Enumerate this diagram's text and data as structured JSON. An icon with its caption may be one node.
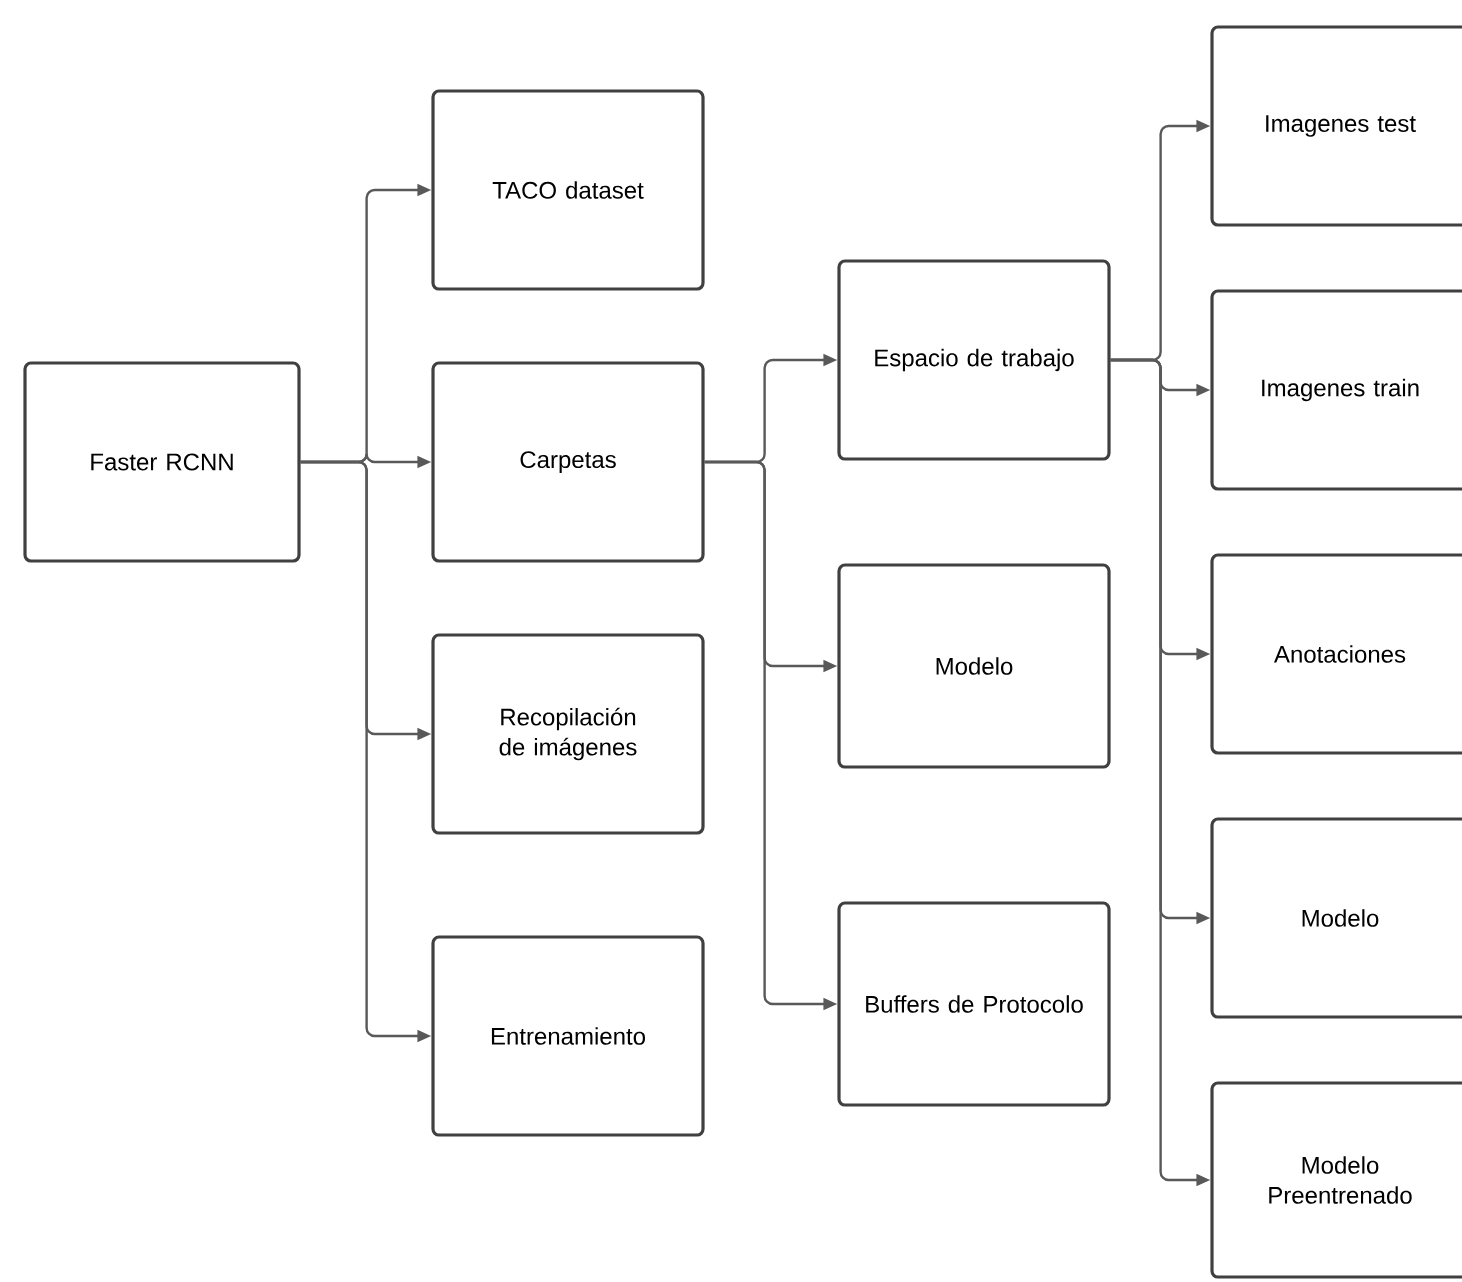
{
  "diagram": {
    "nodes": [
      {
        "text": [
          "Faster RCNN"
        ]
      },
      {
        "text": [
          "TACO dataset"
        ]
      },
      {
        "text": [
          "Carpetas"
        ]
      },
      {
        "text": [
          "Recopilación de imágenes"
        ]
      },
      {
        "text": [
          "Entrenamiento"
        ]
      },
      {
        "text": [
          "Espacio de trabajo"
        ]
      },
      {
        "text": [
          "Modelo"
        ]
      },
      {
        "text": [
          "Buffers de Protocolo"
        ]
      },
      {
        "text": [
          "Imagenes test"
        ]
      },
      {
        "text": [
          "Imagenes train"
        ]
      },
      {
        "text": [
          "Anotaciones"
        ]
      },
      {
        "text": [
          "Modelo"
        ]
      },
      {
        "text": [
          "Modelo Preentrenado"
        ]
      }
    ],
    "edges": [
      {
        "from": 0,
        "to": 1,
        "arrow": "to"
      },
      {
        "from": 0,
        "to": 2,
        "arrow": "to"
      },
      {
        "from": 0,
        "to": 3,
        "arrow": "to"
      },
      {
        "from": 0,
        "to": 4,
        "arrow": "to"
      },
      {
        "from": 2,
        "to": 5,
        "arrow": "to"
      },
      {
        "from": 2,
        "to": 6,
        "arrow": "to"
      },
      {
        "from": 2,
        "to": 7,
        "arrow": "to"
      },
      {
        "from": 5,
        "to": 8,
        "arrow": "to"
      },
      {
        "from": 5,
        "to": 9,
        "arrow": "to"
      },
      {
        "from": 5,
        "to": 10,
        "arrow": "to"
      },
      {
        "from": 5,
        "to": 11,
        "arrow": "to"
      },
      {
        "from": 5,
        "to": 12,
        "arrow": "to"
      }
    ]
  }
}
